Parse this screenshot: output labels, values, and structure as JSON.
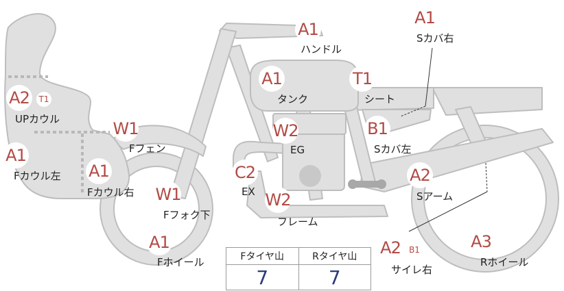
{
  "colors": {
    "body_fill": "#e0e0e0",
    "body_stroke": "#bdbdbd",
    "grade_text": "#b24a44",
    "value_text": "#2b3c78",
    "dotted_line": "#b8b8b8"
  },
  "grades": {
    "handle": "A1",
    "seat_cover_right": "A1",
    "tank": "A1",
    "seat": "T1",
    "up_cowl": "A2",
    "up_cowl_sub": "T1",
    "front_fender": "W1",
    "engine": "W2",
    "seat_cover_left": "B1",
    "front_cowl_left": "A1",
    "front_cowl_right": "A1",
    "exhaust": "C2",
    "swing_arm": "A2",
    "front_fork": "W1",
    "frame": "W2",
    "front_wheel": "A1",
    "silencer_right": "A2",
    "silencer_right_sub": "B1",
    "rear_wheel": "A3"
  },
  "parts": {
    "handle": "ハンドル",
    "seat_cover_right": "Sカバ右",
    "tank": "タンク",
    "seat": "シート",
    "up_cowl": "UPカウル",
    "front_fender": "Fフェン",
    "engine": "EG",
    "seat_cover_left": "Sカバ左",
    "front_cowl_left": "Fカウル左",
    "front_cowl_right": "Fカウル右",
    "exhaust": "EX",
    "swing_arm": "Sアーム",
    "front_fork": "Fフォク下",
    "frame": "フレーム",
    "front_wheel": "Fホイール",
    "silencer_right": "サイレ右",
    "rear_wheel": "Rホイール"
  },
  "tread": {
    "front_label": "Fタイヤ山",
    "rear_label": "Rタイヤ山",
    "front_value": "7",
    "rear_value": "7"
  }
}
